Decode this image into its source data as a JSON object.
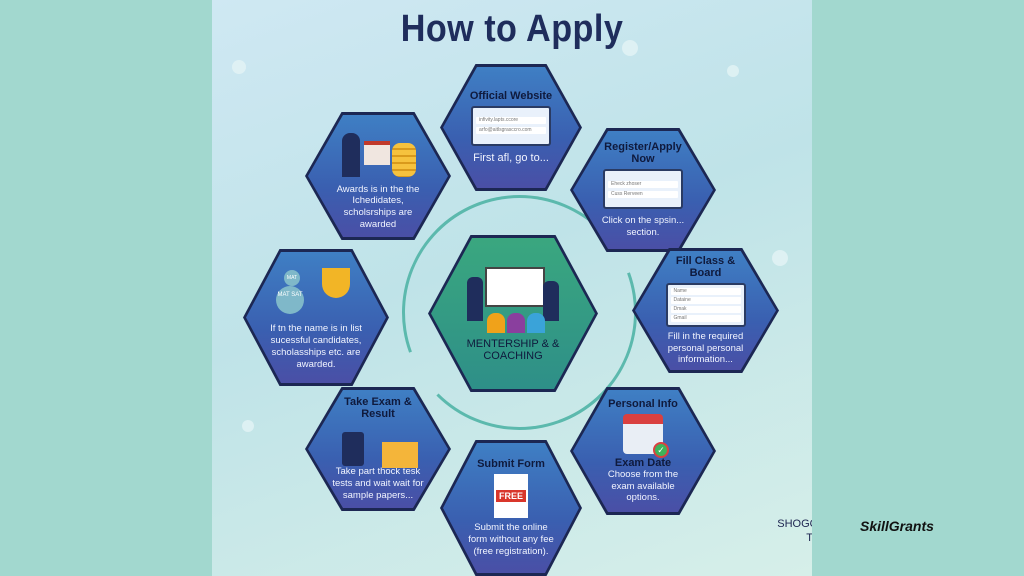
{
  "title": "How to Apply",
  "center": {
    "label": "MENTERSHIP & & COACHING"
  },
  "steps": [
    {
      "heading": "Official Website",
      "text": "First afl, go to...",
      "fields": [
        "infivity.lapts.ccore",
        "arfo@aitlsgrasccro.com"
      ]
    },
    {
      "heading": "Register/Apply Now",
      "text": "Click on the spsin... section.",
      "fields": [
        "Eheck zhoser",
        "Cuss    Rerveen"
      ]
    },
    {
      "heading": "Fill Class & Board",
      "text": "Fill in the required personal personal information...",
      "fields": [
        "Name",
        "Dataine",
        "Dmak",
        "Gmail"
      ]
    },
    {
      "heading": "Personal Info",
      "subheading": "Exam Date",
      "text": "Choose from the exam available options."
    },
    {
      "heading": "Submit Form",
      "badge": "FREE",
      "text": "Submit the online form without any fee (free registration)."
    },
    {
      "heading": "Take Exam & Result",
      "text": "Take part thock tesk tests and wait wait for sample papers..."
    },
    {
      "badges": [
        "MAT",
        "MAT SAT"
      ],
      "text": "If tn the name is in list sucessful candidates, scholasships etc. are awarded."
    },
    {
      "text": "Awards is in the the Ichedidates, scholsrships are awarded"
    }
  ],
  "footer": "SHOGOR & EXAM TESTS",
  "brand": "SkillGrants"
}
